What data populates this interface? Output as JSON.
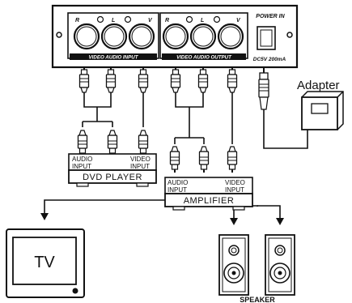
{
  "unit": {
    "jack_letters": [
      "R",
      "L",
      "V",
      "R",
      "L",
      "V"
    ],
    "input_label": "VIDEO AUDIO INPUT",
    "output_label": "VIDEO AUDIO OUTPUT",
    "power_in_label": "POWER IN",
    "power_spec": "DC5V 200mA"
  },
  "adapter": {
    "label": "Adapter"
  },
  "dvd_player": {
    "audio_label_1": "AUDIO",
    "audio_label_2": "INPUT",
    "video_label_1": "VIDEO",
    "video_label_2": "INPUT",
    "name": "DVD PLAYER"
  },
  "amplifier": {
    "audio_label_1": "AUDIO",
    "audio_label_2": "INPUT",
    "video_label_1": "VIDEO",
    "video_label_2": "INPUT",
    "name": "AMPLIFIER"
  },
  "tv": {
    "label": "TV"
  },
  "speaker": {
    "label": "SPEAKER"
  },
  "colors": {
    "line": "#111111",
    "panel_band": "#111111",
    "background": "#ffffff"
  }
}
